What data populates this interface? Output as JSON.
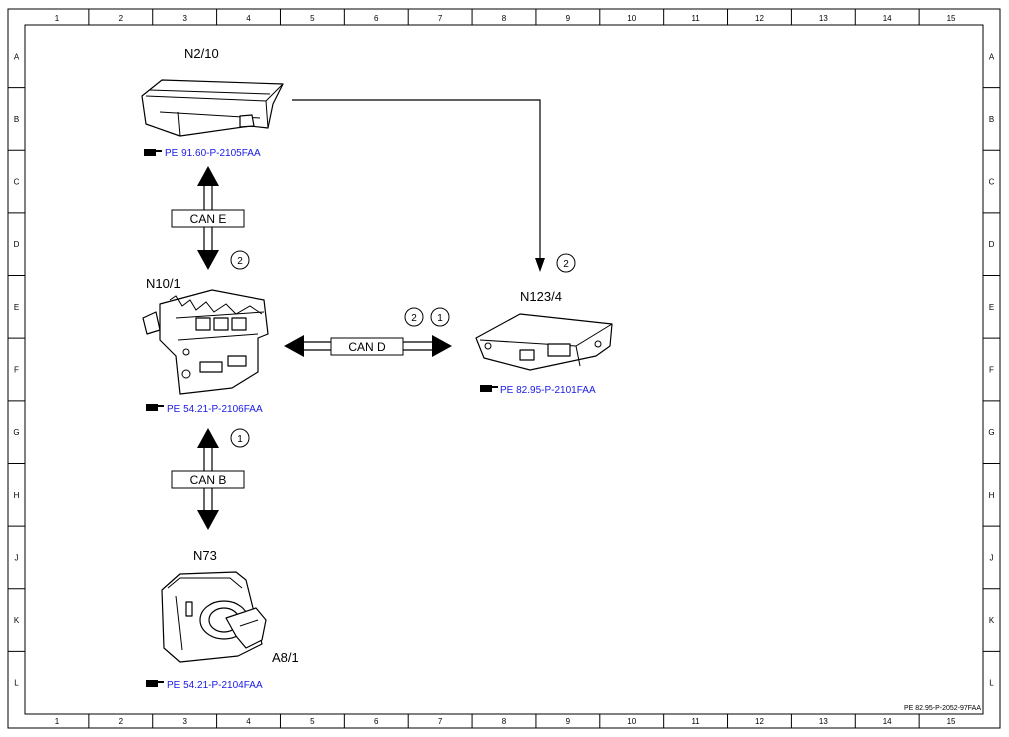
{
  "grid": {
    "columns": [
      "1",
      "2",
      "3",
      "4",
      "5",
      "6",
      "7",
      "8",
      "9",
      "10",
      "11",
      "12",
      "13",
      "14",
      "15"
    ],
    "rows": [
      "A",
      "B",
      "C",
      "D",
      "E",
      "F",
      "G",
      "H",
      "J",
      "K",
      "L"
    ]
  },
  "components": {
    "n2_10": {
      "label": "N2/10",
      "ref": "PE 91.60-P-2105FAA"
    },
    "n10_1": {
      "label": "N10/1",
      "ref": "PE 54.21-P-2106FAA"
    },
    "n123_4": {
      "label": "N123/4",
      "ref": "PE 82.95-P-2101FAA"
    },
    "n73": {
      "label": "N73",
      "sub_label": "A8/1",
      "ref": "PE 54.21-P-2104FAA"
    }
  },
  "buses": {
    "can_e": "CAN E",
    "can_d": "CAN D",
    "can_b": "CAN B"
  },
  "markers": {
    "m_can_e": "2",
    "m_n123_top": "2",
    "m_can_d_a": "2",
    "m_can_d_b": "1",
    "m_can_b": "1"
  },
  "footer": {
    "doc_id": "PE 82.95-P-2052-97FAA"
  },
  "colors": {
    "link": "#1a1ae6",
    "line": "#000000"
  },
  "icons": {
    "reference": "pointing-hand-icon"
  }
}
